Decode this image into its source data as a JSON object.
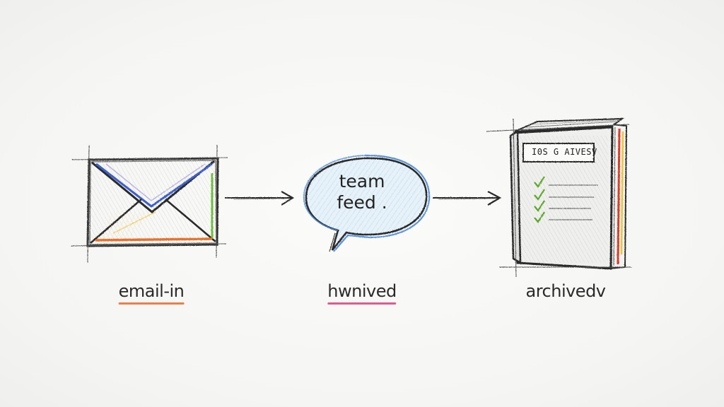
{
  "steps": [
    {
      "label": "email-in",
      "icon": "envelope-icon",
      "underline_color": "#e86a2a"
    },
    {
      "label": "hwnived",
      "icon": "speech-bubble-icon",
      "underline_color": "#d8407a",
      "bubble_line1": "team",
      "bubble_line2": "feed ."
    },
    {
      "label": "archivedv",
      "icon": "binder-book-icon",
      "underline_color": null,
      "book_title": "I0S G AIVESV"
    }
  ],
  "colors": {
    "ink": "#2a2a2a",
    "envelope_blue": "#3a5fcf",
    "envelope_green": "#6cbf3a",
    "envelope_orange": "#e8722a",
    "bubble_blue": "#4a8ad8",
    "bubble_fill": "#d9ecf7",
    "check_green": "#5aa82a",
    "book_red": "#d83a2a",
    "book_yellow": "#e8c83a"
  }
}
